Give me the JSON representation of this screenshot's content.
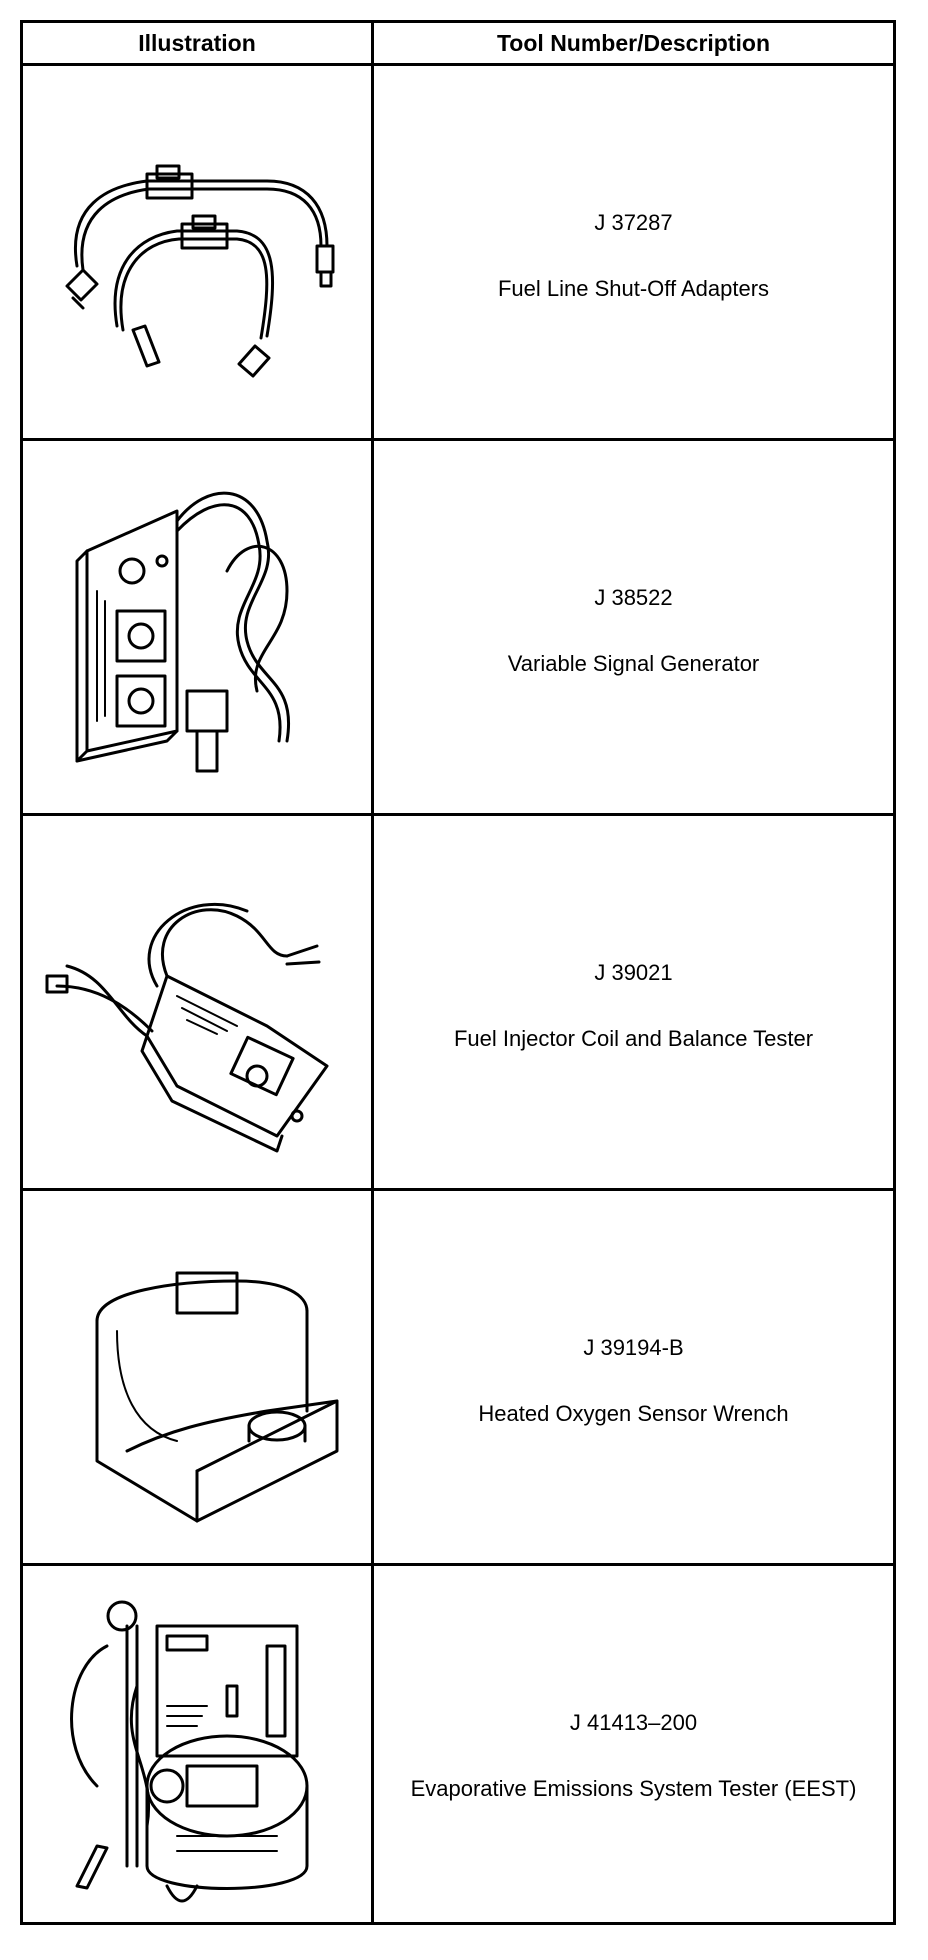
{
  "table": {
    "headers": {
      "illustration": "Illustration",
      "tool": "Tool Number/Description"
    },
    "rows": [
      {
        "tool_number": "J 37287",
        "description": "Fuel Line Shut-Off Adapters",
        "illustration": "fuel-line-adapters-icon"
      },
      {
        "tool_number": "J 38522",
        "description": "Variable Signal Generator",
        "illustration": "signal-generator-icon"
      },
      {
        "tool_number": "J 39021",
        "description": "Fuel Injector Coil and Balance Tester",
        "illustration": "injector-tester-icon"
      },
      {
        "tool_number": "J 39194-B",
        "description": "Heated Oxygen Sensor Wrench",
        "illustration": "oxygen-sensor-wrench-icon"
      },
      {
        "tool_number": "J 41413–200",
        "description": "Evaporative Emissions System Tester (EEST)",
        "illustration": "eest-tester-icon"
      }
    ]
  }
}
